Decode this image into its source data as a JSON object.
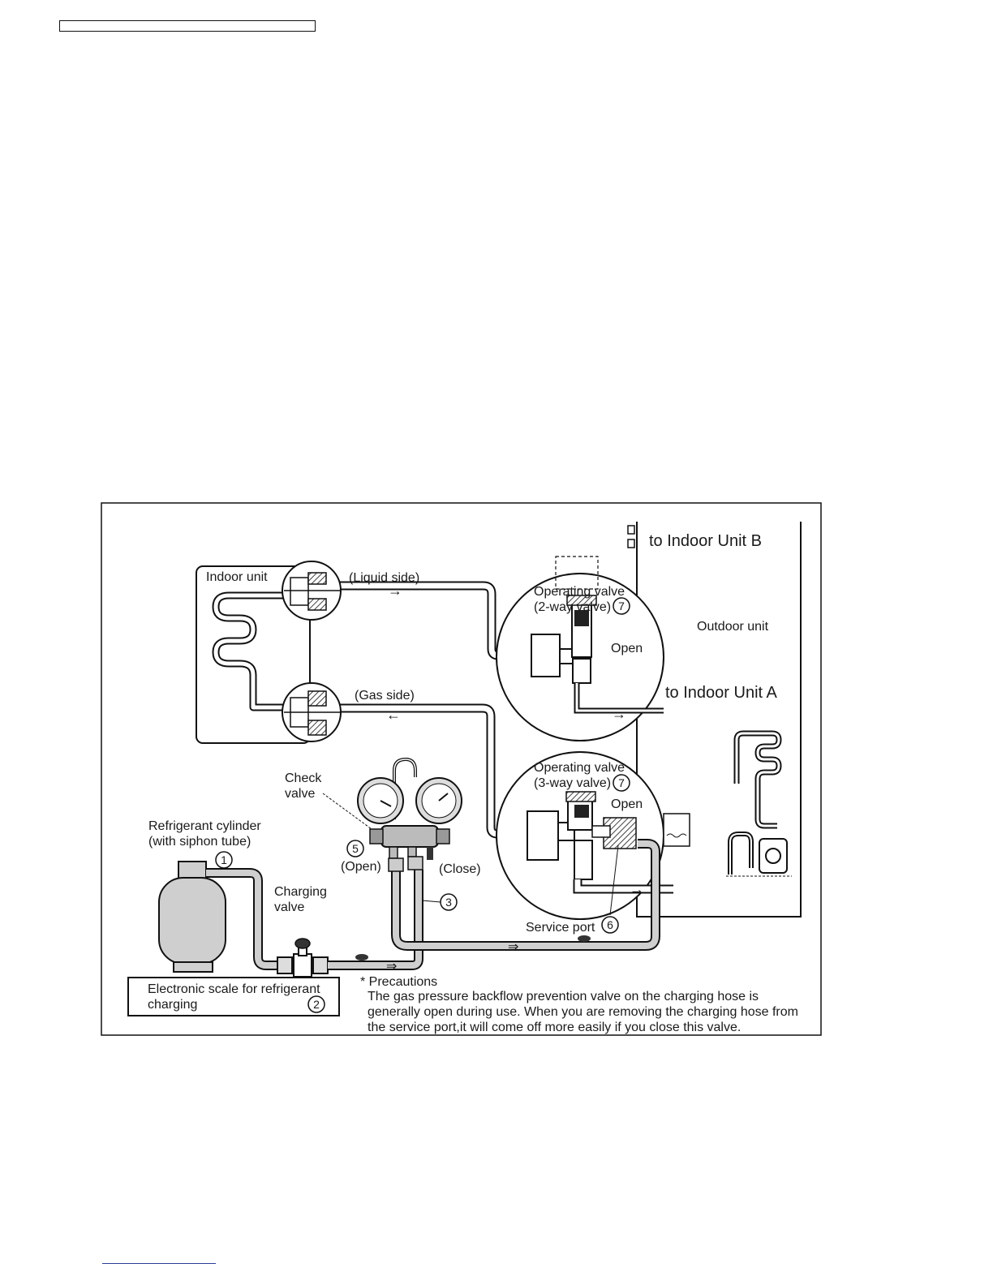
{
  "labels": {
    "indoor_unit": "Indoor unit",
    "liquid_side": "(Liquid side)",
    "gas_side": "(Gas side)",
    "to_indoor_b": "to Indoor Unit  B",
    "to_indoor_a": "to Indoor Unit  A",
    "outdoor_unit": "Outdoor unit",
    "op_valve_2way_l1": "Operating valve",
    "op_valve_2way_l2": "(2-way valve)",
    "op_valve_3way_l1": "Operating valve",
    "op_valve_3way_l2": "(3-way valve)",
    "open_top": "Open",
    "open_bottom": "Open",
    "check_valve_l1": "Check",
    "check_valve_l2": "valve",
    "refrigerant_cylinder_l1": "Refrigerant cylinder",
    "refrigerant_cylinder_l2": "(with siphon tube)",
    "manifold_open": "(Open)",
    "manifold_close": "(Close)",
    "charging_valve_l1": "Charging",
    "charging_valve_l2": "valve",
    "service_port": "Service port",
    "scale_l1": "Electronic scale for refrigerant",
    "scale_l2": "charging",
    "precautions_title": "* Precautions",
    "precautions_l1": "The gas pressure backflow prevention valve on the charging hose is",
    "precautions_l2": "generally open during use. When you are removing the charging hose from",
    "precautions_l3": "the service port,it will come off more easily if you close this valve."
  },
  "callouts": {
    "n1": "1",
    "n2": "2",
    "n3": "3",
    "n5": "5",
    "n6": "6",
    "n7a": "7",
    "n7b": "7"
  }
}
